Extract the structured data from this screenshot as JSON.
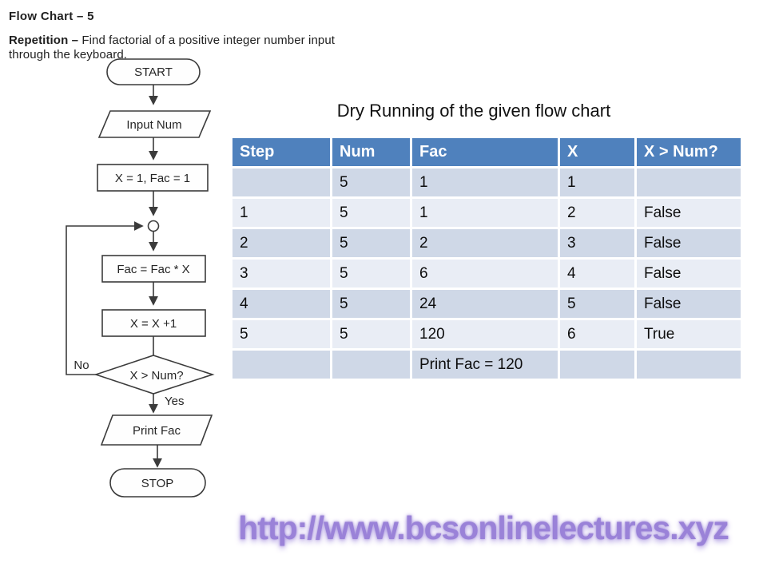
{
  "heading": {
    "title": "Flow Chart – 5",
    "bold_word": "Repetition –",
    "rest": " Find factorial of a positive integer number input through the keyboard."
  },
  "flowchart": {
    "start_label": "START",
    "input_label": "Input Num",
    "init_label": "X = 1, Fac = 1",
    "multiply_label": "Fac = Fac * X",
    "increment_label": "X = X +1",
    "decision_label": "X > Num?",
    "no_label": "No",
    "yes_label": "Yes",
    "print_label": "Print Fac",
    "stop_label": "STOP"
  },
  "table": {
    "title": "Dry Running of the given flow chart",
    "headers": [
      "Step",
      "Num",
      "Fac",
      "X",
      "X > Num?"
    ],
    "rows": [
      [
        "",
        "5",
        "1",
        "1",
        ""
      ],
      [
        "1",
        "5",
        "1",
        "2",
        "False"
      ],
      [
        "2",
        "5",
        "2",
        "3",
        "False"
      ],
      [
        "3",
        "5",
        "6",
        "4",
        "False"
      ],
      [
        "4",
        "5",
        "24",
        "5",
        "False"
      ],
      [
        "5",
        "5",
        "120",
        "6",
        "True"
      ],
      [
        "",
        "",
        "Print Fac = 120",
        "",
        ""
      ]
    ],
    "colors": {
      "header_bg": "#4F81BD",
      "header_text": "#FFFFFF",
      "band_dark": "#CFD8E7",
      "band_light": "#E9EDF5"
    }
  },
  "watermark": {
    "url": "http://www.bcsonlinelectures.xyz",
    "color": "#9A82D8"
  }
}
